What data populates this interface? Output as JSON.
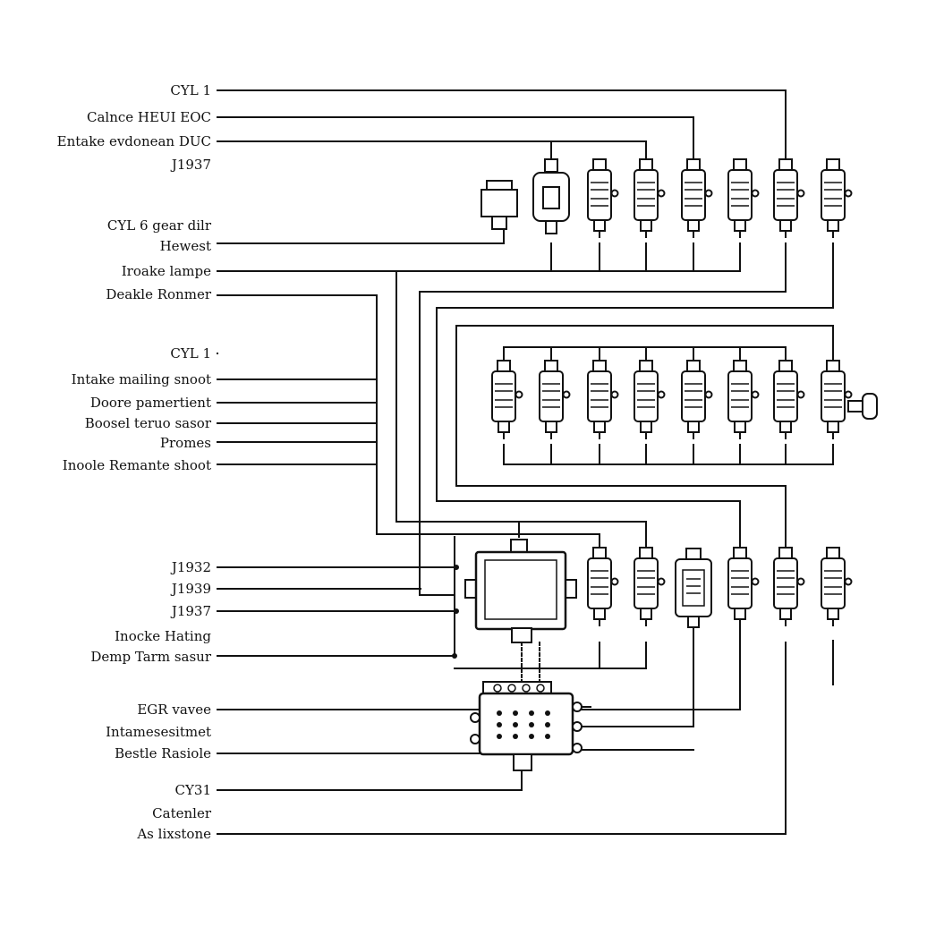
{
  "labels": {
    "cyl1_top": "CYL 1",
    "calnce": "Calnce HEUI EOC",
    "entake": "Entake evdonean DUC",
    "j1937_top": "J1937",
    "cyl6": "CYL 6 gear dilr",
    "hewest": "Hewest",
    "iroake": "Iroake lampe",
    "deakle": "Deakle Ronmer",
    "cyl1_mid": "CYL 1",
    "intake_mailing": "Intake mailing snoot",
    "doore": "Doore pamertient",
    "boosel": "Boosel teruo sasor",
    "promes": "Promes",
    "inoole": "Inoole Remante shoot",
    "j1932": "J1932",
    "j1939": "J1939",
    "j1937_bot": "J1937",
    "inocke": "Inocke Hating",
    "demp": "Demp Tarm sasur",
    "egr": "EGR vavee",
    "intamese": "Intamesesitmet",
    "bestle": "Bestle Rasiole",
    "cy31": "CY31",
    "catenler": "Catenler",
    "as_lixstone": "As lixstone"
  },
  "colors": {
    "line": "#111111",
    "background": "#ffffff"
  }
}
